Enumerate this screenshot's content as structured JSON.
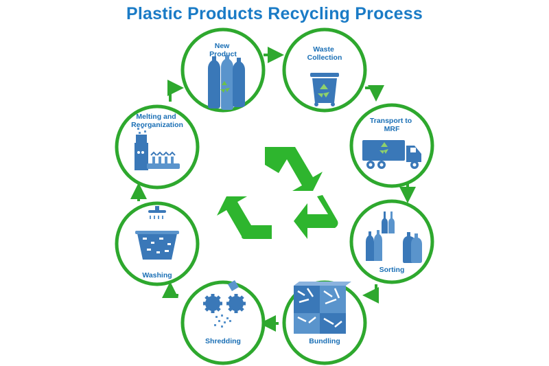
{
  "title": "Plastic Products Recycling Process",
  "colors": {
    "title": "#1a7bc6",
    "ring": "#2ea82e",
    "arrow": "#2ea82e",
    "icon": "#3a78b8",
    "center_logo": "#2eb52e"
  },
  "steps": [
    {
      "label_lines": [
        "New",
        "Product"
      ],
      "icon": "bottles-recycle-icon"
    },
    {
      "label_lines": [
        "Waste",
        "Collection"
      ],
      "icon": "recycle-bin-icon"
    },
    {
      "label_lines": [
        "Transport to",
        "MRF"
      ],
      "icon": "truck-icon"
    },
    {
      "label_lines": [
        "Sorting"
      ],
      "icon": "sorted-bottles-icon"
    },
    {
      "label_lines": [
        "Bundling"
      ],
      "icon": "bales-icon"
    },
    {
      "label_lines": [
        "Shredding"
      ],
      "icon": "shredder-gears-icon"
    },
    {
      "label_lines": [
        "Washing"
      ],
      "icon": "washing-tub-icon"
    },
    {
      "label_lines": [
        "Melting and",
        "Reorganization"
      ],
      "icon": "melting-machine-icon"
    }
  ],
  "center_icon": "recycle-symbol-icon"
}
